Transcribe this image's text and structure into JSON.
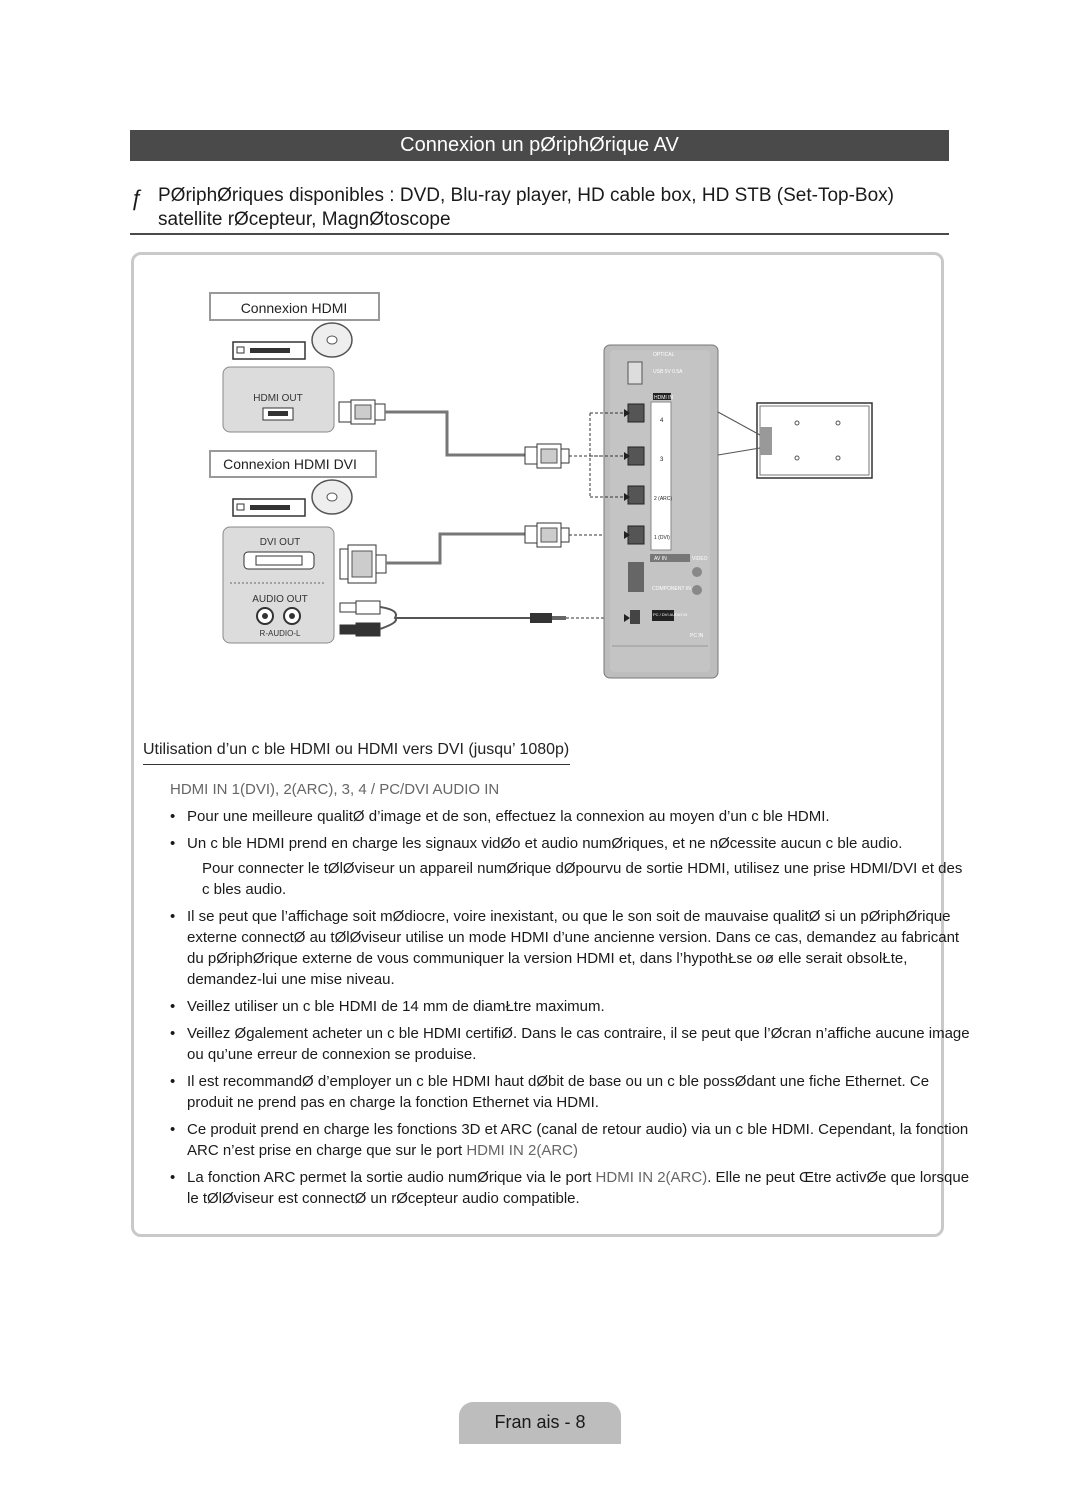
{
  "title": "Connexion   un pØriphØrique AV",
  "intro": {
    "note_icon": "note-icon",
    "text": "PØriphØriques disponibles : DVD, Blu-ray player, HD cable box, HD STB (Set-Top-Box) satellite rØcepteur, MagnØtoscope"
  },
  "diagram": {
    "hdmi_box_label": "Connexion HDMI",
    "hdmi_dvi_box_label": "Connexion HDMI   DVI",
    "hdmi_out_label": "HDMI OUT",
    "dvi_out_label": "DVI OUT",
    "audio_out_label": "AUDIO OUT",
    "r_audio_l_label": "R-AUDIO-L",
    "tv_panel": {
      "optical": "OPTICAL",
      "usb": "USB 5V 0.5A",
      "hdmi_in": "HDMI IN",
      "port_4": "4",
      "port_3": "3",
      "port_2": "2 (ARC)",
      "port_1": "1 (DVI)",
      "av_in": "AV IN",
      "video": "VIDEO",
      "component_in": "COMPONENT IN",
      "pc_dvi_audio_in": "PC / DVI AUDIO IN",
      "pc_in": "PC IN"
    }
  },
  "usage_title": "Utilisation d’un c ble HDMI ou HDMI vers DVI (jusqu’  1080p)",
  "ports_line": "HDMI IN 1(DVI), 2(ARC), 3, 4 / PC/DVI AUDIO IN",
  "bullet_symbol": "•",
  "bullets": [
    {
      "text": "Pour une meilleure qualitØ d’image et de son, effectuez la connexion au moyen d’un c ble HDMI."
    },
    {
      "text": "Un c ble HDMI prend en charge les signaux vidØo et audio numØriques, et ne nØcessite aucun c ble audio.",
      "sub": "Pour connecter le tØlØviseur   un appareil numØrique dØpourvu de sortie HDMI, utilisez une prise HDMI/DVI et des c bles audio."
    },
    {
      "text": "Il se peut que l’affichage soit mØdiocre, voire inexistant, ou que le son soit de mauvaise qualitØ si un pØriphØrique externe connectØ au tØlØviseur utilise un mode HDMI d’une ancienne version. Dans ce cas, demandez au fabricant du pØriphØrique externe de vous communiquer la version HDMI et, dans l’hypothŁse oø elle serait obsolŁte, demandez-lui une mise   niveau."
    },
    {
      "text": "Veillez   utiliser un c ble HDMI de 14 mm de diamŁtre maximum."
    },
    {
      "text": "Veillez Øgalement   acheter un c ble HDMI certifiØ. Dans le cas contraire, il se peut que l’Øcran n’affiche aucune image ou qu’une erreur de connexion se produise."
    },
    {
      "text": "Il est recommandØ d’employer un c ble HDMI haut dØbit de base ou un c ble possØdant une fiche Ethernet. Ce produit ne prend pas en charge la fonction Ethernet via HDMI."
    },
    {
      "text": "Ce produit prend en charge les fonctions 3D et ARC (canal de retour audio) via un c ble HDMI. Cependant, la fonction ARC n’est prise en charge que sur le port ",
      "hl": "HDMI IN 2(ARC)",
      "tail": ""
    },
    {
      "text": "La fonction ARC permet la sortie audio numØrique via le port ",
      "hl": "HDMI IN 2(ARC)",
      "tail": ". Elle ne peut Œtre activØe que lorsque le tØlØviseur est connectØ   un rØcepteur audio compatible."
    }
  ],
  "footer": "Fran ais - 8",
  "colors": {
    "title_bg": "#4a4a4a",
    "panel_border": "#c9c9c9",
    "footer_bg": "#bdbdbd",
    "highlight_text": "#666666"
  }
}
